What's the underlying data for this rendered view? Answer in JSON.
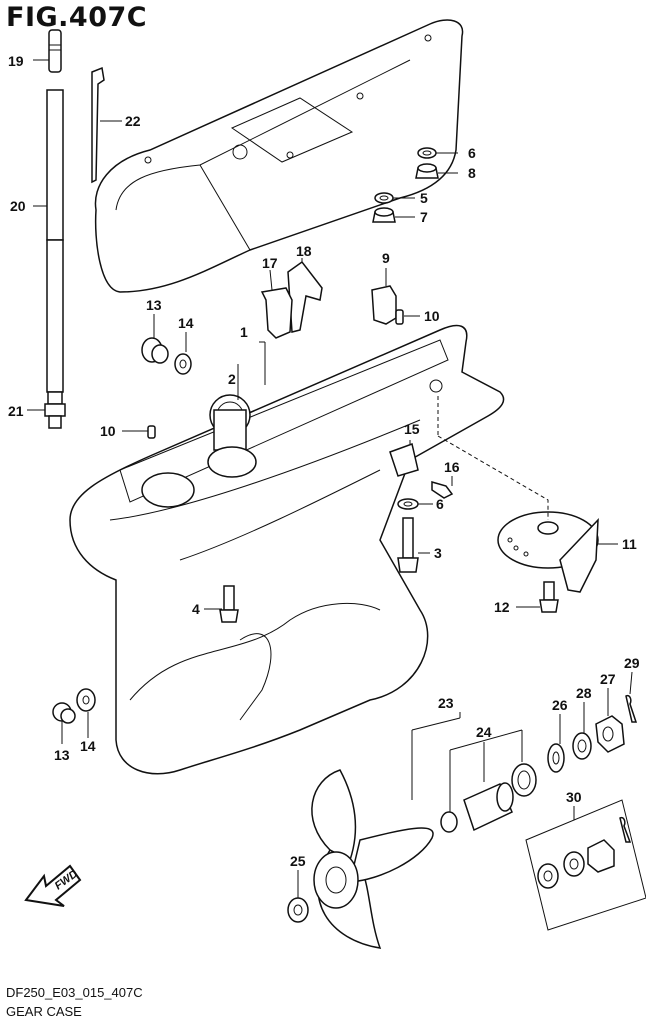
{
  "header": {
    "title": "FIG.407C"
  },
  "footer": {
    "code": "DF250_E03_015_407C",
    "name": "GEAR CASE"
  },
  "badge": {
    "fwd": "FWD"
  },
  "callouts": {
    "c19": "19",
    "c22": "22",
    "c20": "20",
    "c21": "21",
    "c6a": "6",
    "c8": "8",
    "c5": "5",
    "c7": "7",
    "c18": "18",
    "c17": "17",
    "c9": "9",
    "c10a": "10",
    "c13a": "13",
    "c14a": "14",
    "c1": "1",
    "c2": "2",
    "c10b": "10",
    "c15": "15",
    "c16": "16",
    "c6b": "6",
    "c3": "3",
    "c11": "11",
    "c12": "12",
    "c4": "4",
    "c13b": "13",
    "c14b": "14",
    "c23": "23",
    "c24": "24",
    "c26": "26",
    "c28": "28",
    "c27": "27",
    "c29": "29",
    "c30": "30",
    "c25": "25"
  }
}
